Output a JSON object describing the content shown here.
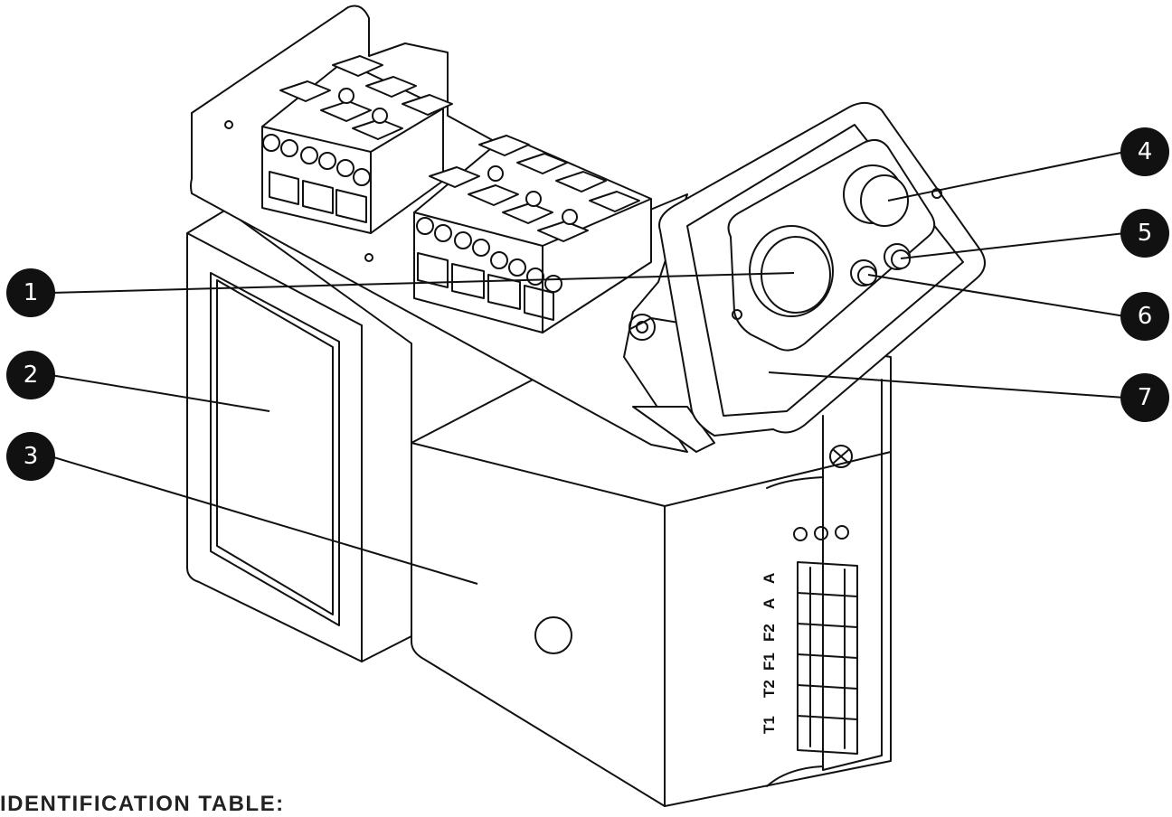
{
  "heading": "IDENTIFICATION TABLE:",
  "callouts": [
    {
      "number": "1"
    },
    {
      "number": "2"
    },
    {
      "number": "3"
    },
    {
      "number": "4"
    },
    {
      "number": "5"
    },
    {
      "number": "6"
    },
    {
      "number": "7"
    }
  ],
  "terminal_labels": [
    "T1",
    "T2",
    "F1",
    "F2",
    "A",
    "A"
  ],
  "colors": {
    "line": "#111111",
    "callout": "#111111",
    "background": "#ffffff"
  }
}
